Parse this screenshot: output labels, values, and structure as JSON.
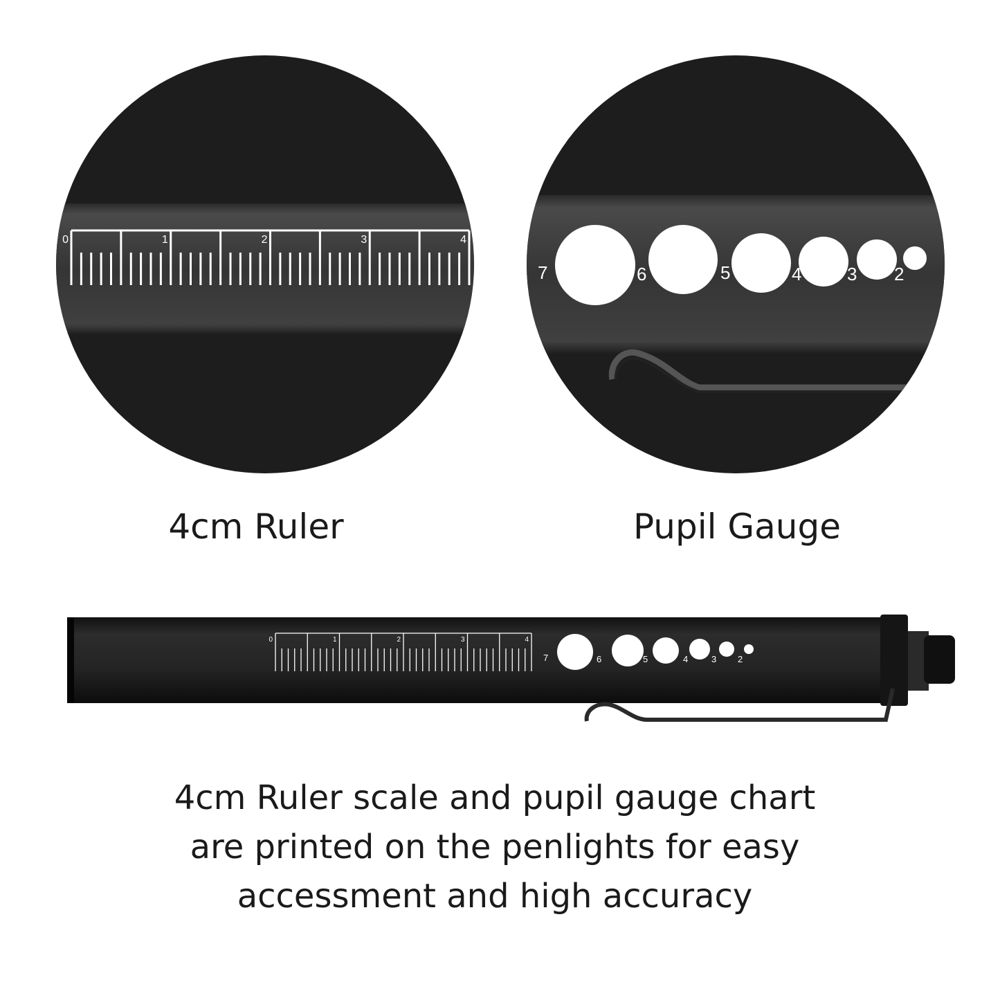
{
  "captions": {
    "ruler": "4cm Ruler",
    "gauge": "Pupil Gauge"
  },
  "description": [
    "4cm Ruler scale and pupil gauge chart",
    "are printed on the penlights for easy",
    "accessment and high accuracy"
  ],
  "ruler_labels": [
    "0",
    "1",
    "2",
    "3",
    "4"
  ],
  "gauge_labels": [
    "7",
    "6",
    "5",
    "4",
    "3",
    "2"
  ],
  "colors": {
    "penlight": "#1e1e1e",
    "background": "#ffffff",
    "marking": "#ffffff"
  }
}
